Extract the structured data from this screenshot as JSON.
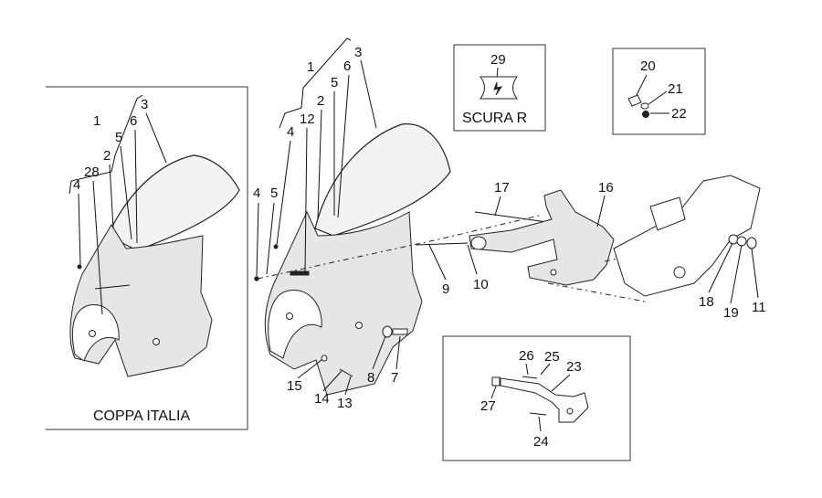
{
  "captions": {
    "coppa_italia": "COPPA ITALIA",
    "scura_r": "SCURA R"
  },
  "callouts": {
    "left": [
      "1",
      "3",
      "6",
      "5",
      "2",
      "28",
      "4"
    ],
    "center": [
      "1",
      "3",
      "5",
      "6",
      "2",
      "12",
      "4",
      "4",
      "5",
      "9",
      "10",
      "15",
      "14",
      "13",
      "8",
      "7"
    ],
    "bracket": [
      "17",
      "16",
      "18",
      "19",
      "11"
    ],
    "box_29": [
      "29"
    ],
    "box_hw": [
      "20",
      "21",
      "22"
    ],
    "box_stay": [
      "26",
      "25",
      "23",
      "27",
      "24"
    ]
  }
}
